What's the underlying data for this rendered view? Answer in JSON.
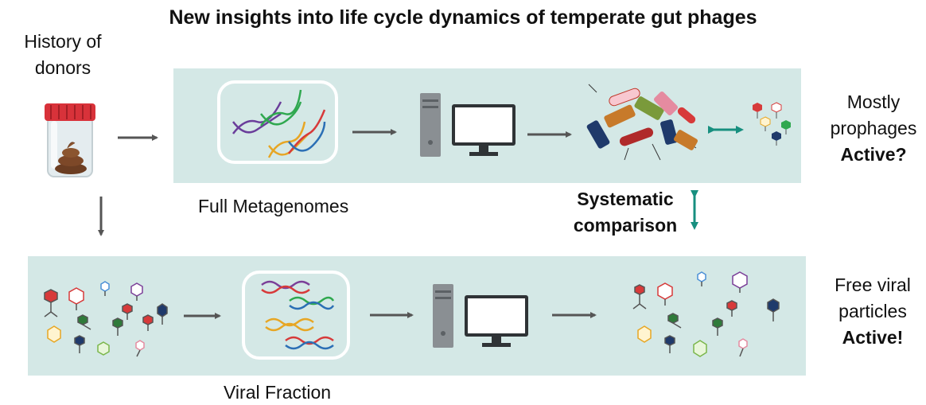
{
  "title": "New insights into life cycle dynamics of temperate gut phages",
  "donors_label": "History of donors",
  "metagenome_caption": "Full Metagenomes",
  "viral_caption": "Viral Fraction",
  "comparison_label": "Systematic comparison",
  "top_result": {
    "line1": "Mostly",
    "line2": "prophages",
    "status": "Active?"
  },
  "bottom_result": {
    "line1": "Free viral",
    "line2": "particles",
    "status": "Active!"
  },
  "colors": {
    "panel": "#d4e8e6",
    "arrow": "#555555",
    "teal_arrow": "#178f7f"
  }
}
